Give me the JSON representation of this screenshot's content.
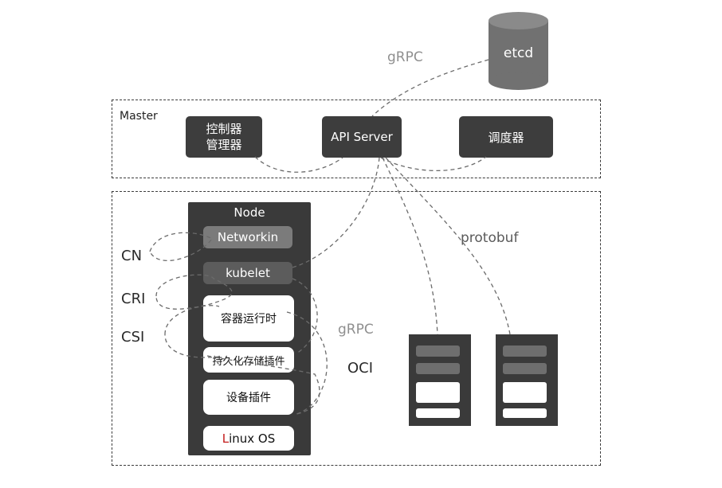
{
  "etcd": {
    "label": "etcd",
    "fill": "#717171"
  },
  "protocols": {
    "grpc_top": "gRPC",
    "protobuf": "protobuf",
    "grpc_mid": "gRPC",
    "oci": "OCI"
  },
  "master": {
    "label": "Master",
    "controller_manager": "控制器\n管理器",
    "api_server": "API Server",
    "scheduler": "调度器"
  },
  "node": {
    "title": "Node",
    "network": "Networkin",
    "kubelet": "kubelet",
    "container_runtime": "容器运行时",
    "persistent_storage_plugin": "持久化存储插件",
    "device_plugin": "设备插件",
    "linux_os_first_letter": "L",
    "linux_os_rest": "inux OS"
  },
  "interfaces": {
    "cn": "CN",
    "cri": "CRI",
    "csi": "CSI"
  },
  "colors": {
    "dark": "#3d3d3d",
    "gray": "#737373",
    "dash": "#6b6b6b",
    "accent_red": "#c31a1a"
  }
}
